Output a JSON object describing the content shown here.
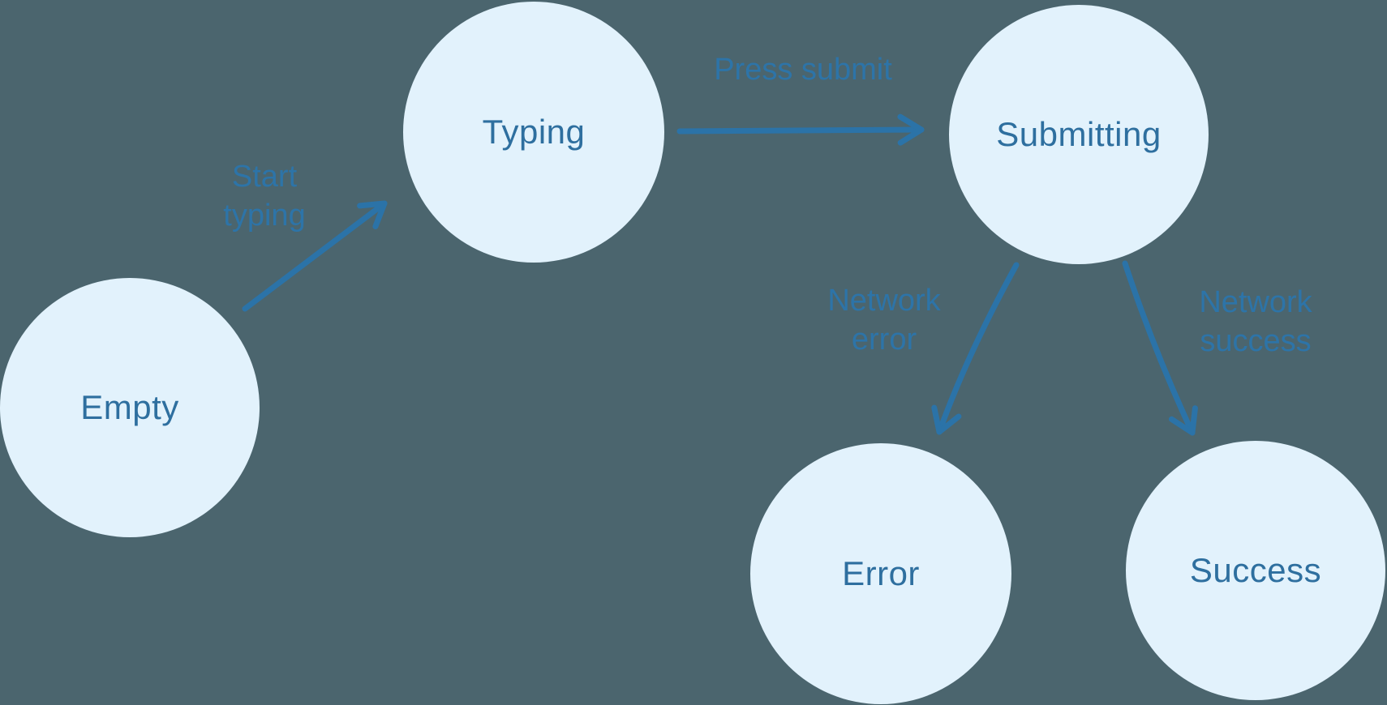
{
  "diagram": {
    "kind": "state-machine",
    "colors": {
      "background": "#4b656e",
      "node_fill": "#e2f2fc",
      "node_text": "#2e6f9f",
      "edge_stroke": "#2b73a8",
      "edge_label_text": "#2d74a8"
    },
    "nodes": {
      "empty": {
        "label": "Empty"
      },
      "typing": {
        "label": "Typing"
      },
      "submitting": {
        "label": "Submitting"
      },
      "error": {
        "label": "Error"
      },
      "success": {
        "label": "Success"
      }
    },
    "edges": {
      "start_typing": {
        "from": "Empty",
        "to": "Typing",
        "lines": [
          "Start",
          "typing"
        ]
      },
      "press_submit": {
        "from": "Typing",
        "to": "Submitting",
        "lines": [
          "Press submit"
        ]
      },
      "network_error": {
        "from": "Submitting",
        "to": "Error",
        "lines": [
          "Network",
          "error"
        ]
      },
      "network_success": {
        "from": "Submitting",
        "to": "Success",
        "lines": [
          "Network",
          "success"
        ]
      }
    }
  }
}
